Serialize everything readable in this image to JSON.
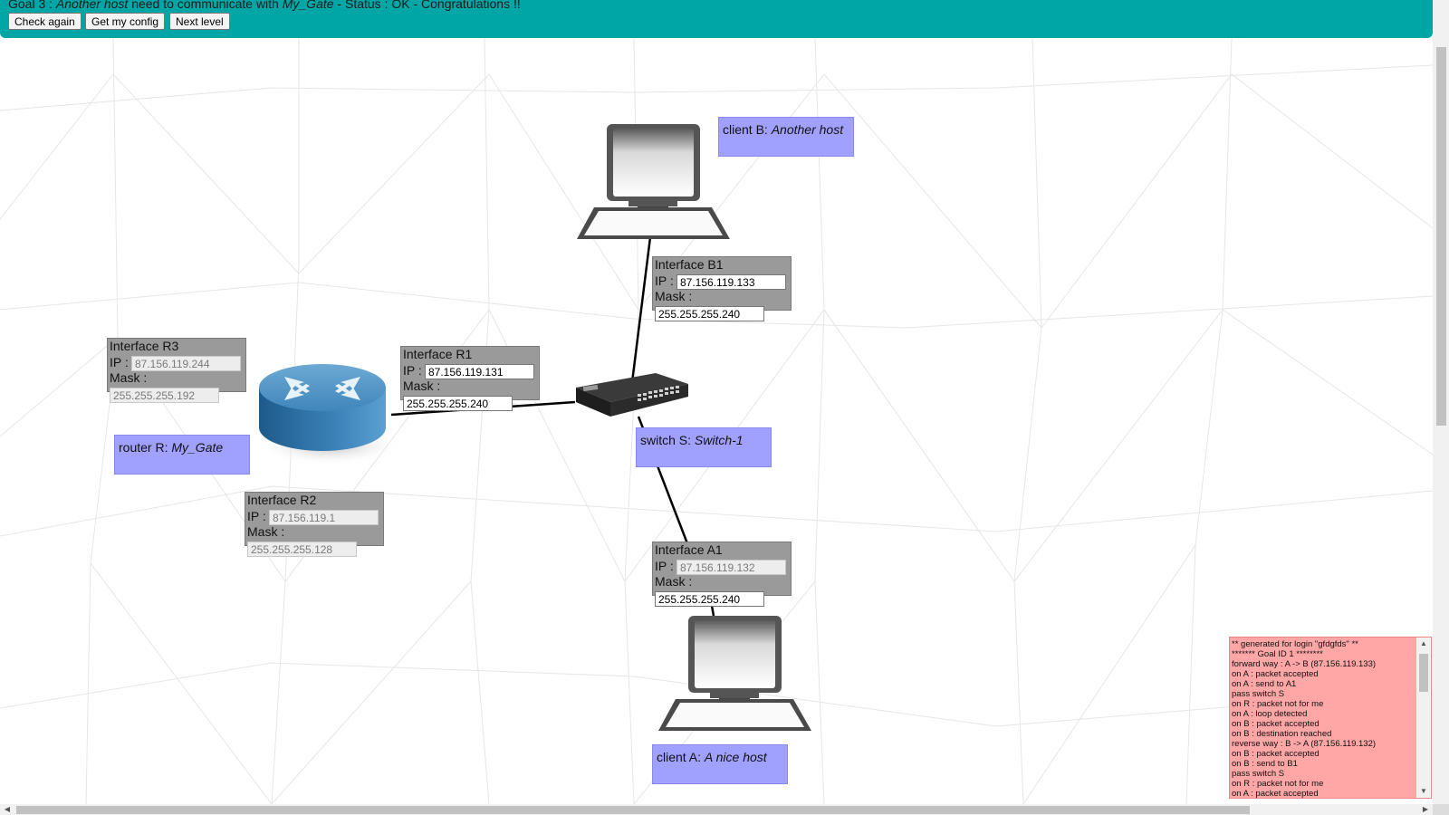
{
  "goal": {
    "prefix": "Goal 3 : ",
    "host": "Another host",
    "middle": " need to communicate with ",
    "target": "My_Gate",
    "suffix": " - Status : OK - Congratulations !!"
  },
  "buttons": {
    "check_again": "Check again",
    "get_config": "Get my config",
    "next_level": "Next level"
  },
  "interfaces": {
    "r3": {
      "title": "Interface R3",
      "ip_label": "IP :",
      "ip": "87.156.119.244",
      "mask_label": "Mask :",
      "mask": "255.255.255.192"
    },
    "r1": {
      "title": "Interface R1",
      "ip_label": "IP :",
      "ip": "87.156.119.131",
      "mask_label": "Mask :",
      "mask": "255.255.255.240"
    },
    "r2": {
      "title": "Interface R2",
      "ip_label": "IP :",
      "ip": "87.156.119.1",
      "mask_label": "Mask :",
      "mask": "255.255.255.128"
    },
    "b1": {
      "title": "Interface B1",
      "ip_label": "IP :",
      "ip": "87.156.119.133",
      "mask_label": "Mask :",
      "mask": "255.255.255.240"
    },
    "a1": {
      "title": "Interface A1",
      "ip_label": "IP :",
      "ip": "87.156.119.132",
      "mask_label": "Mask :",
      "mask": "255.255.255.240"
    }
  },
  "devices": {
    "client_b": {
      "prefix": "client B: ",
      "name": "Another host"
    },
    "client_a": {
      "prefix": "client A: ",
      "name": "A nice host"
    },
    "router": {
      "prefix": "router R: ",
      "name": "My_Gate"
    },
    "switch": {
      "prefix": "switch S: ",
      "name": "Switch-1"
    }
  },
  "log": [
    "** generated for login \"gfdgfds\" **",
    "******* Goal ID 1 ********",
    "forward way : A -> B (87.156.119.133)",
    "on A : packet accepted",
    "on A : send to A1",
    "pass switch S",
    "on R : packet not for me",
    "on A : loop detected",
    "on B : packet accepted",
    "on B : destination reached",
    "reverse way : B -> A (87.156.119.132)",
    "on B : packet accepted",
    "on B : send to B1",
    "pass switch S",
    "on R : packet not for me",
    "on A : packet accepted"
  ],
  "colors": {
    "topbar": "#00a6a6",
    "label_bg": "#a0a0ff",
    "interface_bg": "#9a9a9a",
    "log_bg": "#ffa6a6"
  }
}
